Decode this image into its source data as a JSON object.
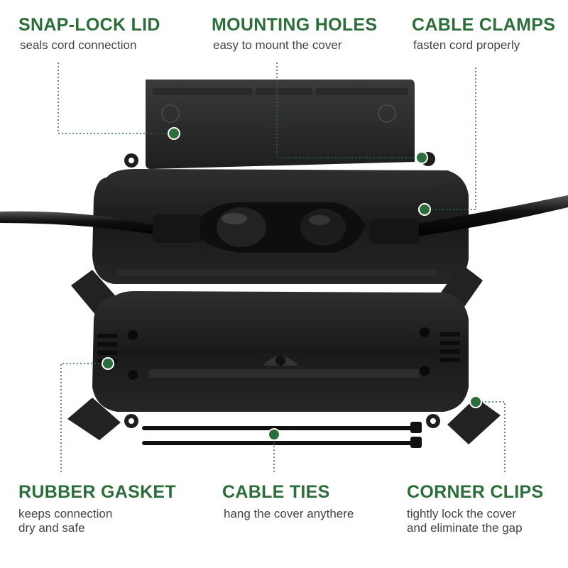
{
  "colors": {
    "accent_green": "#2c6e3a",
    "text_gray": "#444444",
    "product_black": "#1c1c1c"
  },
  "features": {
    "snap_lock_lid": {
      "title": "SNAP-LOCK LID",
      "description": "seals cord connection"
    },
    "mounting_holes": {
      "title": "MOUNTING HOLES",
      "description": "easy to mount the cover"
    },
    "cable_clamps": {
      "title": "CABLE CLAMPS",
      "description": "fasten cord properly"
    },
    "rubber_gasket": {
      "title": "RUBBER GASKET",
      "description": "keeps connection\ndry and safe"
    },
    "cable_ties": {
      "title": "CABLE TIES",
      "description": "hang the cover anythere"
    },
    "corner_clips": {
      "title": "CORNER CLIPS",
      "description": "tightly lock the cover\nand eliminate the gap"
    }
  }
}
